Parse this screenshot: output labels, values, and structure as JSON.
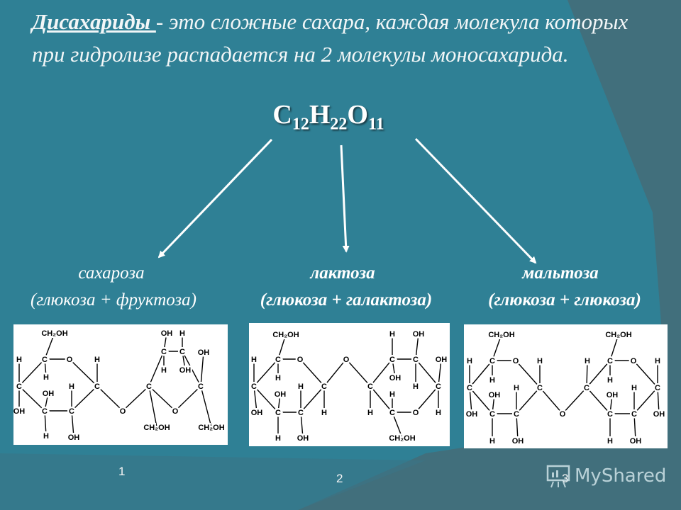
{
  "heading": {
    "term": "Дисахариды ",
    "definition": "- это сложные сахара, каждая молекула которых при гидролизе распадается на 2 молекулы моносахарида."
  },
  "formula": {
    "c": "C",
    "c_n": "12",
    "h": "H",
    "h_n": "22",
    "o": "O",
    "o_n": "11"
  },
  "disaccharides": [
    {
      "name": "сахароза",
      "composition": "(глюкоза + фруктоза)",
      "number": "1"
    },
    {
      "name": "лактоза",
      "composition": "(глюкоза + галактоза)",
      "number": "2"
    },
    {
      "name": "мальтоза",
      "composition": "(глюкоза + глюкоза)",
      "number": "3"
    }
  ],
  "structures": [
    {
      "atoms": [
        "CH₂OH",
        "H",
        "C",
        "O",
        "H",
        "C",
        "H",
        "OH",
        "H",
        "C",
        "OH",
        "C",
        "C",
        "H",
        "OH",
        "O",
        "OH",
        "H",
        "C",
        "C",
        "H",
        "OH",
        "OH",
        "C",
        "C",
        "O",
        "CH₂OH",
        "CH₂OH"
      ]
    },
    {
      "atoms": [
        "CH₂OH",
        "H",
        "C",
        "O",
        "H",
        "C",
        "OH",
        "H",
        "C",
        "OH",
        "C",
        "C",
        "H",
        "H",
        "OH",
        "O",
        "C",
        "H",
        "H",
        "OH",
        "C",
        "C",
        "OH",
        "OH",
        "H",
        "C",
        "H",
        "C",
        "O",
        "H",
        "CH₂OH"
      ]
    },
    {
      "atoms": [
        "CH₂OH",
        "H",
        "C",
        "O",
        "H",
        "H",
        "C",
        "H",
        "C",
        "OH",
        "OH",
        "C",
        "C",
        "O",
        "H",
        "OH",
        "CH₂OH",
        "H",
        "C",
        "O",
        "H",
        "H",
        "C",
        "OH",
        "H",
        "C",
        "C",
        "C",
        "OH",
        "H",
        "OH"
      ]
    }
  ],
  "watermark": {
    "text": "MyShared",
    "icon": "presentation-board-icon"
  },
  "colors": {
    "background": "#2f8095",
    "text": "#ffffff"
  }
}
